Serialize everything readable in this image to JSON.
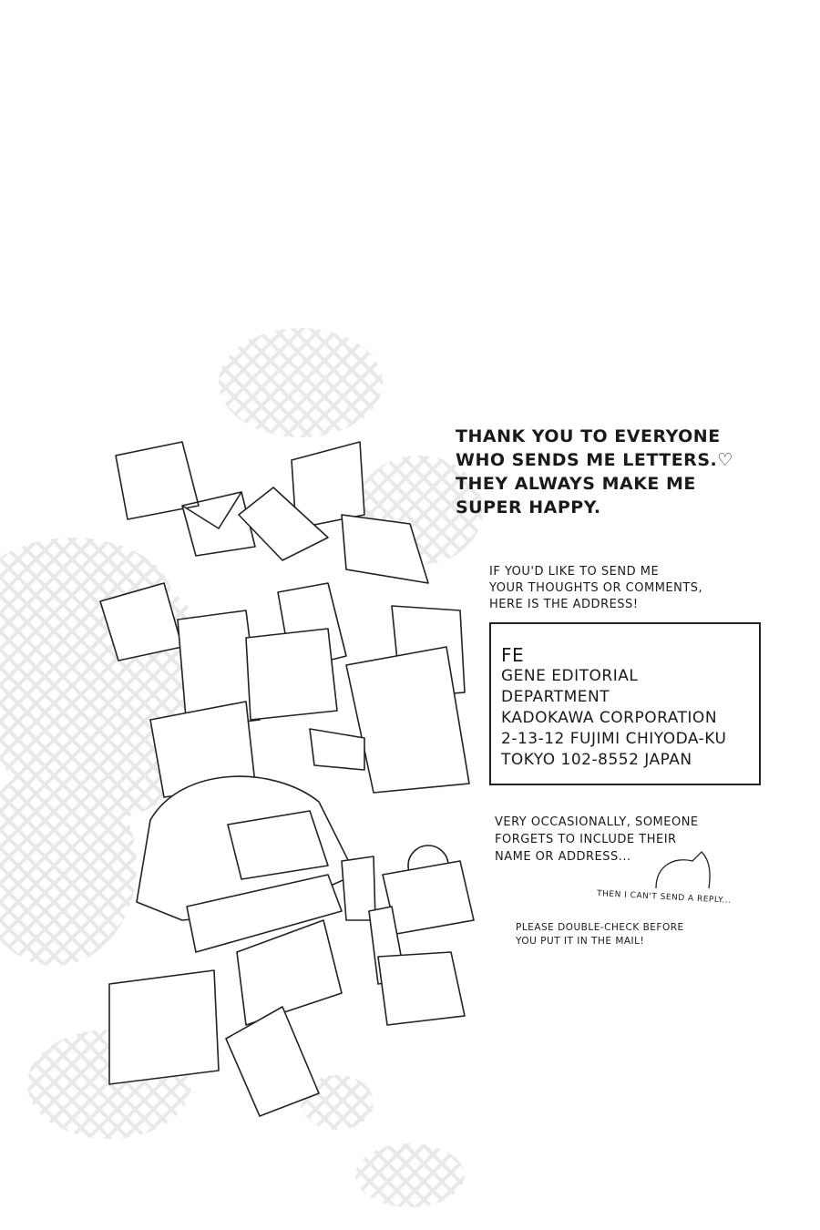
{
  "thanks": {
    "lines": [
      "THANK YOU TO EVERYONE",
      "WHO SENDS ME LETTERS.",
      "THEY ALWAYS MAKE ME",
      "SUPER HAPPY."
    ],
    "heart_icon": "♡"
  },
  "intro": {
    "lines": [
      "IF YOU'D LIKE TO SEND ME",
      "YOUR THOUGHTS OR COMMENTS,",
      "HERE IS THE ADDRESS!"
    ]
  },
  "address": {
    "lines": [
      "FE",
      "GENE EDITORIAL",
      "DEPARTMENT",
      "KADOKAWA CORPORATION",
      "2-13-12 FUJIMI CHIYODA-KU",
      "TOKYO 102-8552 JAPAN"
    ]
  },
  "warning": {
    "lines": [
      "VERY OCCASIONALLY, SOMEONE",
      "FORGETS TO INCLUDE THEIR",
      "NAME OR ADDRESS..."
    ]
  },
  "reply_note": "THEN I CAN'T SEND A REPLY...",
  "check": {
    "lines": [
      "PLEASE DOUBLE-CHECK BEFORE",
      "YOU PUT IT IN THE MAIL!"
    ]
  },
  "colors": {
    "ink": "#1a1a1a",
    "tone": "#c8c8c8"
  }
}
